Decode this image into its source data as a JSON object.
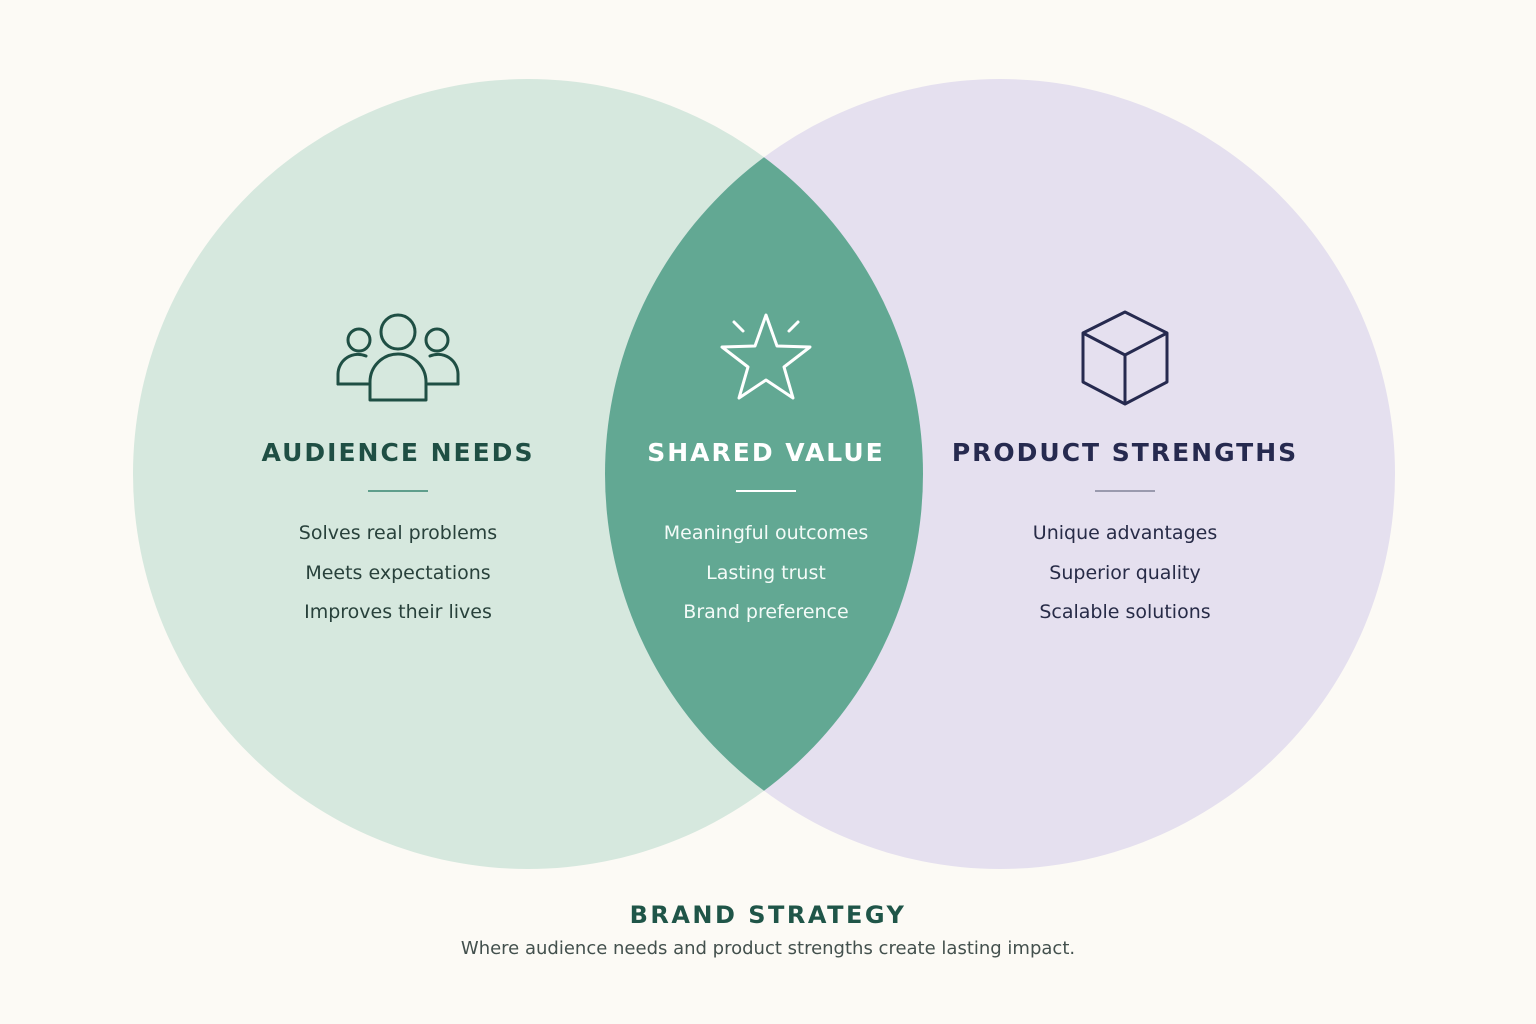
{
  "colors": {
    "background": "#fcfaf5",
    "left_circle": "#d6e8de",
    "right_circle": "#e5e0ef",
    "overlap": "#62a893",
    "left_accent": "#1f4f44",
    "right_accent": "#262a4f"
  },
  "left": {
    "icon": "people-group-icon",
    "heading": "AUDIENCE NEEDS",
    "items": [
      "Solves real problems",
      "Meets expectations",
      "Improves their lives"
    ]
  },
  "middle": {
    "icon": "star-icon",
    "heading": "SHARED VALUE",
    "items": [
      "Meaningful outcomes",
      "Lasting trust",
      "Brand preference"
    ]
  },
  "right": {
    "icon": "cube-icon",
    "heading": "PRODUCT STRENGTHS",
    "items": [
      "Unique advantages",
      "Superior quality",
      "Scalable solutions"
    ]
  },
  "footer": {
    "title": "BRAND STRATEGY",
    "subtitle": "Where audience needs and product strengths create lasting impact."
  }
}
